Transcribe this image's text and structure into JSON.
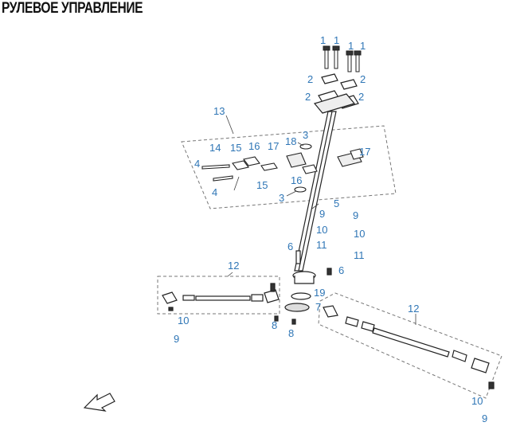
{
  "title": "РУЛЕВОЕ УПРАВЛЕНИЕ",
  "callouts": [
    {
      "id": "c1a",
      "text": "1"
    },
    {
      "id": "c1b",
      "text": "1"
    },
    {
      "id": "c1c",
      "text": "1"
    },
    {
      "id": "c1d",
      "text": "1"
    },
    {
      "id": "c2a",
      "text": "2"
    },
    {
      "id": "c2b",
      "text": "2"
    },
    {
      "id": "c2c",
      "text": "2"
    },
    {
      "id": "c2d",
      "text": "2"
    },
    {
      "id": "c13",
      "text": "13"
    },
    {
      "id": "c3a",
      "text": "3"
    },
    {
      "id": "c3b",
      "text": "3"
    },
    {
      "id": "c18",
      "text": "18"
    },
    {
      "id": "c14",
      "text": "14"
    },
    {
      "id": "c15a",
      "text": "15"
    },
    {
      "id": "c15b",
      "text": "15"
    },
    {
      "id": "c16a",
      "text": "16"
    },
    {
      "id": "c16b",
      "text": "16"
    },
    {
      "id": "c17a",
      "text": "17"
    },
    {
      "id": "c17b",
      "text": "17"
    },
    {
      "id": "c4a",
      "text": "4"
    },
    {
      "id": "c4b",
      "text": "4"
    },
    {
      "id": "c5",
      "text": "5"
    },
    {
      "id": "c9a",
      "text": "9"
    },
    {
      "id": "c9b",
      "text": "9"
    },
    {
      "id": "c9c",
      "text": "9"
    },
    {
      "id": "c9d",
      "text": "9"
    },
    {
      "id": "c10a",
      "text": "10"
    },
    {
      "id": "c10b",
      "text": "10"
    },
    {
      "id": "c10c",
      "text": "10"
    },
    {
      "id": "c10d",
      "text": "10"
    },
    {
      "id": "c11a",
      "text": "11"
    },
    {
      "id": "c11b",
      "text": "11"
    },
    {
      "id": "c6a",
      "text": "6"
    },
    {
      "id": "c6b",
      "text": "6"
    },
    {
      "id": "c12a",
      "text": "12"
    },
    {
      "id": "c12b",
      "text": "12"
    },
    {
      "id": "c19",
      "text": "19"
    },
    {
      "id": "c7",
      "text": "7"
    },
    {
      "id": "c8a",
      "text": "8"
    },
    {
      "id": "c8b",
      "text": "8"
    }
  ],
  "colors": {
    "callout": "#2f76b6",
    "line": "#333333"
  }
}
